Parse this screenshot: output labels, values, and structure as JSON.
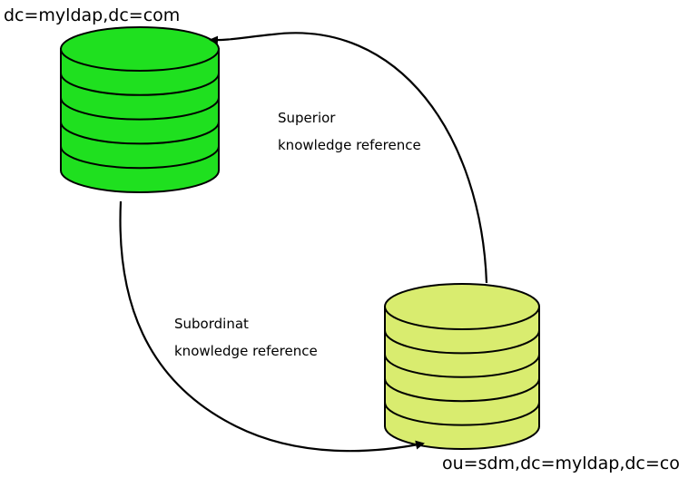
{
  "databases": [
    {
      "name": "top",
      "label": "dc=myldap,dc=com",
      "fill": "#1fe01f",
      "disks": 5
    },
    {
      "name": "bottom",
      "label": "ou=sdm,dc=myldap,dc=com",
      "fill": "#d9ec6f",
      "disks": 5
    }
  ],
  "references": {
    "superior": {
      "line1": "Superior",
      "line2": "knowledge reference"
    },
    "subordinate": {
      "line1": "Subordinat",
      "line2": "knowledge reference"
    }
  },
  "colors": {
    "background": "#ffffff",
    "stroke": "#000000",
    "arrow": "#000000"
  }
}
